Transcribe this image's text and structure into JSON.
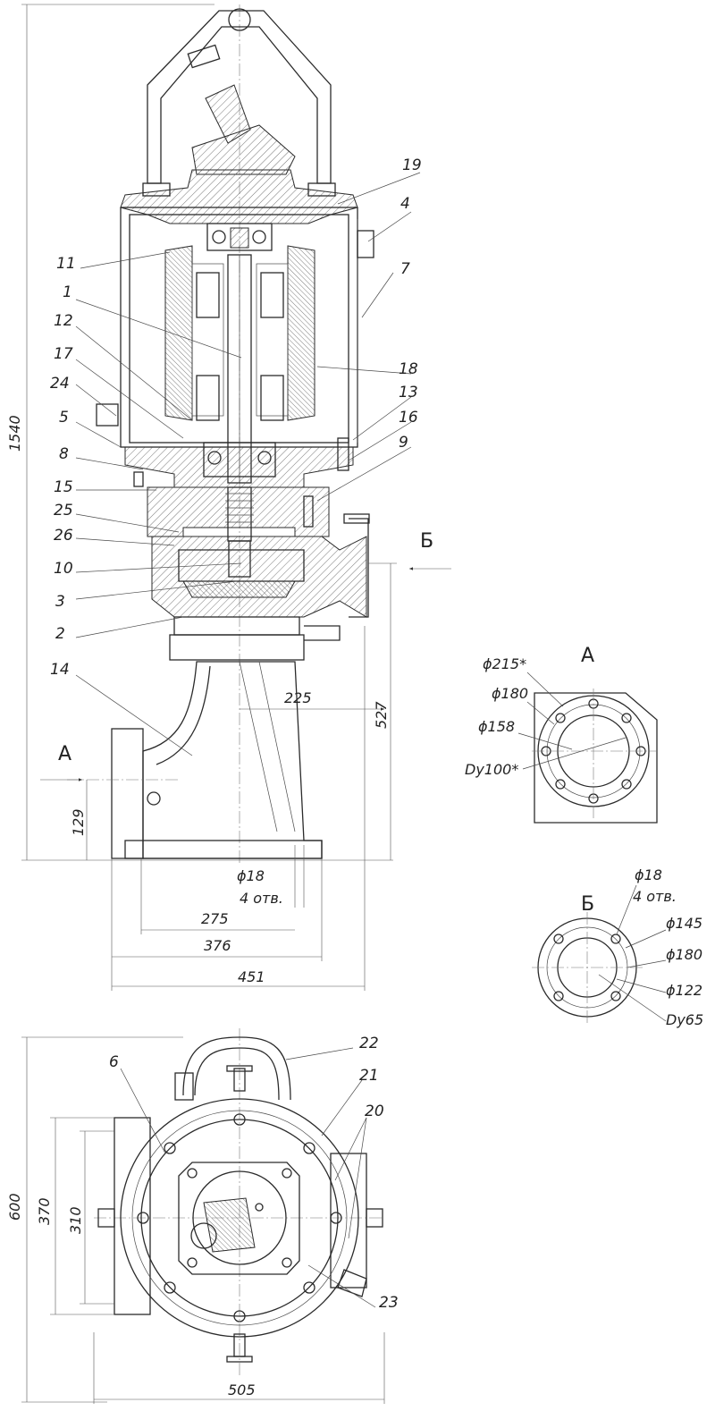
{
  "part_labels": [
    "19",
    "4",
    "11",
    "7",
    "1",
    "12",
    "18",
    "17",
    "13",
    "24",
    "16",
    "5",
    "9",
    "8",
    "15",
    "25",
    "26",
    "10",
    "3",
    "2",
    "14",
    "6",
    "22",
    "21",
    "20",
    "23"
  ],
  "overall_dims": {
    "height_total": "1540",
    "height_lower": "527",
    "suction_height": "129",
    "center_offset": "225",
    "hole_spec_d": "ϕ18",
    "hole_spec_n": "4 отв.",
    "base_w1": "275",
    "base_w2": "376",
    "base_w3": "451"
  },
  "view_a": {
    "title": "А",
    "d1": "ϕ215*",
    "d2": "ϕ180",
    "d3": "ϕ158",
    "dn": "Dy100*"
  },
  "view_b": {
    "title": "Б",
    "hole_d": "ϕ18",
    "hole_n": "4 отв.",
    "d1": "ϕ145",
    "d2": "ϕ180",
    "d3": "ϕ122",
    "dn": "Dy65"
  },
  "arrows": {
    "a_letter": "А",
    "b_letter": "Б"
  },
  "plan_dims": {
    "h_total": "600",
    "h_mid": "370",
    "h_inner": "310",
    "w_total": "505"
  }
}
